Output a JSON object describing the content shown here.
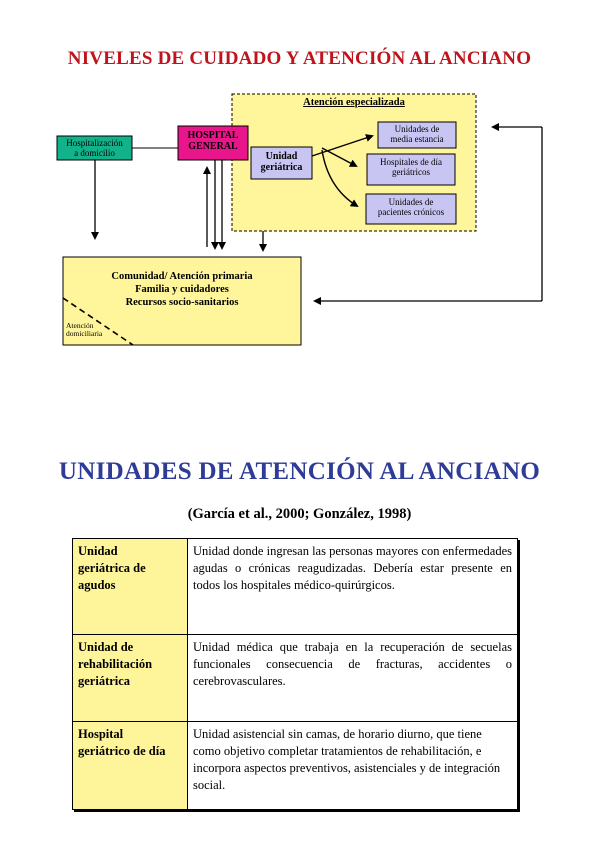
{
  "diagram": {
    "title": "NIVELES DE CUIDADO Y ATENCIÓN AL ANCIANO",
    "especializada_label": "Atención especializada",
    "hospitalizacion": [
      "Hospitalización",
      "a domicilio"
    ],
    "hospital_general": [
      "HOSPITAL",
      "GENERAL"
    ],
    "unidad_geriatrica": [
      "Unidad",
      "geriátrica"
    ],
    "unidades_media": [
      "Unidades de",
      "media estancia"
    ],
    "hospitales_dia": [
      "Hospitales de día",
      "geriátricos"
    ],
    "unidades_cronicos": [
      "Unidades de",
      "pacientes crónicos"
    ],
    "comunidad": [
      "Comunidad/ Atención primaria",
      "Familia y cuidadores",
      "Recursos socio-sanitarios"
    ],
    "atencion_domiciliaria": [
      "Atención",
      "domiciliaria"
    ],
    "colors": {
      "title_red": "#c0141c",
      "green_box": "#12b38a",
      "pink_box": "#e8168a",
      "lavender_box": "#c9c5f2",
      "yellow_box": "#fff59a",
      "blue_title": "#2f3c97"
    }
  },
  "units": {
    "title": "UNIDADES DE ATENCIÓN AL ANCIANO",
    "citation": "(García et al., 2000; González, 1998)",
    "rows": [
      {
        "term": [
          "Unidad",
          "geriátrica de",
          "agudos"
        ],
        "desc": "Unidad donde ingresan las personas mayores con enfermedades agudas o crónicas reagudizadas. Debería estar presente en todos los hospitales médico-quirúrgicos."
      },
      {
        "term": [
          "Unidad de",
          "rehabilitación",
          "geriátrica"
        ],
        "desc": "Unidad médica que trabaja en la recuperación de secuelas funcionales consecuencia de fracturas, accidentes o cerebrovasculares."
      },
      {
        "term": [
          "Hospital",
          "geriátrico de día"
        ],
        "desc": "Unidad asistencial sin camas, de horario diurno, que tiene como objetivo completar tratamientos de rehabilitación, e incorpora aspectos preventivos, asistenciales y de integración social."
      }
    ]
  }
}
